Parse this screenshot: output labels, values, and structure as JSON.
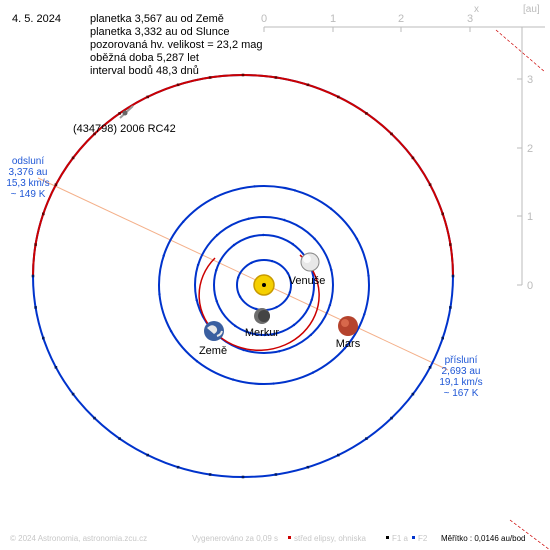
{
  "header": {
    "date": "4. 5. 2024",
    "lines": [
      "planetka 3,567 au od Země",
      "planetka 3,332 au od Slunce",
      "pozorovaná hv. velikost = 23,2 mag",
      "oběžná doba 5,287 let",
      "interval bodů 48,3 dnů"
    ]
  },
  "axes": {
    "top_ticks": [
      "0",
      "1",
      "2",
      "3"
    ],
    "top_label": "x",
    "unit_label": "[au]",
    "right_ticks": [
      "0",
      "1",
      "2",
      "3"
    ]
  },
  "object_name": "(434798) 2006 RC42",
  "aphelion": {
    "lines": [
      "odsluní",
      "3,376 au",
      "15,3 km/s",
      "~ 149 K"
    ]
  },
  "perihelion": {
    "lines": [
      "přísluní",
      "2,693 au",
      "19,1 km/s",
      "~ 167 K"
    ]
  },
  "planets": {
    "mercury": "Merkur",
    "venus": "Venuše",
    "earth": "Země",
    "mars": "Mars"
  },
  "footer": {
    "copyright": "© 2024 Astronomia, astronomia.zcu.cz",
    "generated": "Vygenerováno za 0,09 s",
    "ellipse_center_legend": "střed elipsy, ohniska",
    "f1_legend": "F1 a",
    "f2_legend": "F2",
    "scale": "Měřítko : 0,0146 au/bod"
  },
  "colors": {
    "asteroid_orbit": "#cc0000",
    "planet_orbit": "#0033cc",
    "apsis_line": "#f4b08a",
    "label_blue": "#1f57d6",
    "axis_gray": "#bbbbbb",
    "sun": "#f5d000"
  }
}
